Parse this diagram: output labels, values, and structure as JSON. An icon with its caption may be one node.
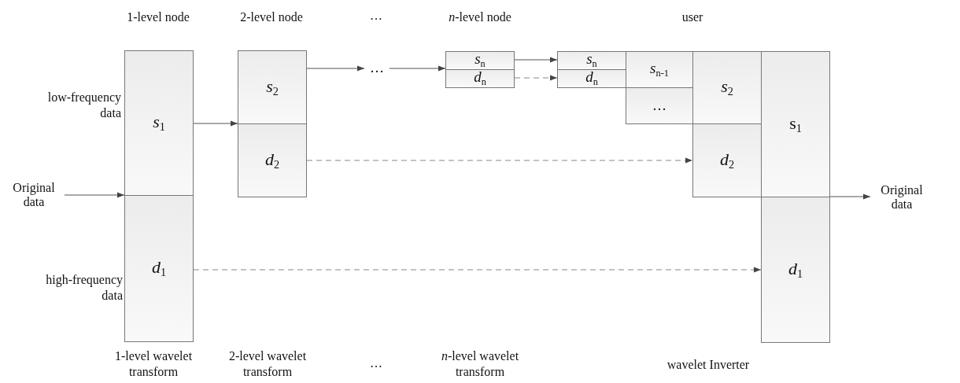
{
  "diagram": {
    "nodes": [
      {
        "text": [
          "Original data"
        ]
      },
      {
        "text": [
          "*s*$_{1}$"
        ]
      },
      {
        "text": [
          "*d*$_{1}$"
        ]
      },
      {
        "text": [
          "*s*$_{2}$"
        ]
      },
      {
        "text": [
          "*d*$_{2}$"
        ]
      },
      {
        "text": [
          "…"
        ]
      },
      {
        "text": [
          "*s*$_{n}$"
        ]
      },
      {
        "text": [
          "*d*$_{n}$"
        ]
      },
      {
        "text": [
          "*s*$_{n}$"
        ]
      },
      {
        "text": [
          "*d*$_{n}$"
        ]
      },
      {
        "text": [
          "*s*$_{n-1}$"
        ]
      },
      {
        "text": [
          "…"
        ]
      },
      {
        "text": [
          "*s*$_{2}$"
        ]
      },
      {
        "text": [
          "*d*$_{2}$"
        ]
      },
      {
        "text": [
          "s$_{1}$"
        ]
      },
      {
        "text": [
          "*d*$_{1}$"
        ]
      },
      {
        "text": [
          "Original data"
        ]
      }
    ],
    "edges": [
      {
        "from": 0,
        "to": 1,
        "arrow": "to"
      },
      {
        "from": 1,
        "to": 3,
        "arrow": "to"
      },
      {
        "from": 3,
        "to": 5,
        "arrow": "to"
      },
      {
        "from": 5,
        "to": 6,
        "arrow": "to"
      },
      {
        "from": 6,
        "to": 8,
        "arrow": "to"
      },
      {
        "from": 7,
        "to": 9,
        "arrow": "to",
        "style": "dashed"
      },
      {
        "from": 4,
        "to": 13,
        "arrow": "to",
        "style": "dashed"
      },
      {
        "from": 2,
        "to": 15,
        "arrow": "to",
        "style": "dashed"
      },
      {
        "from": 14,
        "to": 16,
        "arrow": "to"
      }
    ],
    "labels": [
      "1-level node",
      "2-level node",
      "…",
      "*n*-level node",
      "user",
      "low-frequency data",
      "high-frequency data",
      "1-level wavelet transform",
      "2-level wavelet transform",
      "…",
      "*n*-level wavelet transform",
      "wavelet Inverter"
    ]
  }
}
